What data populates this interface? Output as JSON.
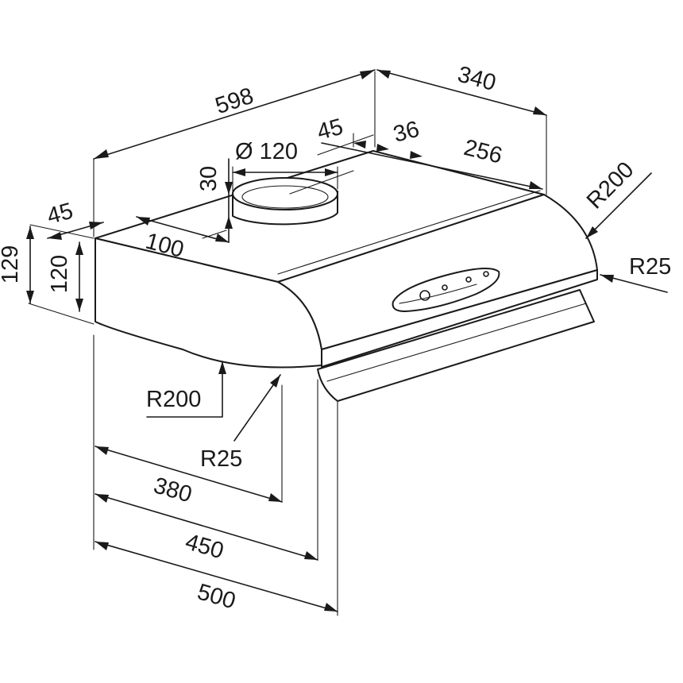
{
  "dimensions": {
    "width": "598",
    "depth": "340",
    "outlet_diameter": "Ø 120",
    "outlet_height": "30",
    "outlet_offset_front": "45",
    "outlet_offset_side": "36",
    "outlet_to_side": "256",
    "outlet_from_left": "100",
    "front_offset": "45",
    "total_height": "129",
    "body_height": "120",
    "radius_back_large": "R200",
    "radius_back_small": "R25",
    "radius_front_large": "R200",
    "radius_front_small": "R25",
    "depth_body": "380",
    "depth_visor": "450",
    "depth_total": "500"
  }
}
